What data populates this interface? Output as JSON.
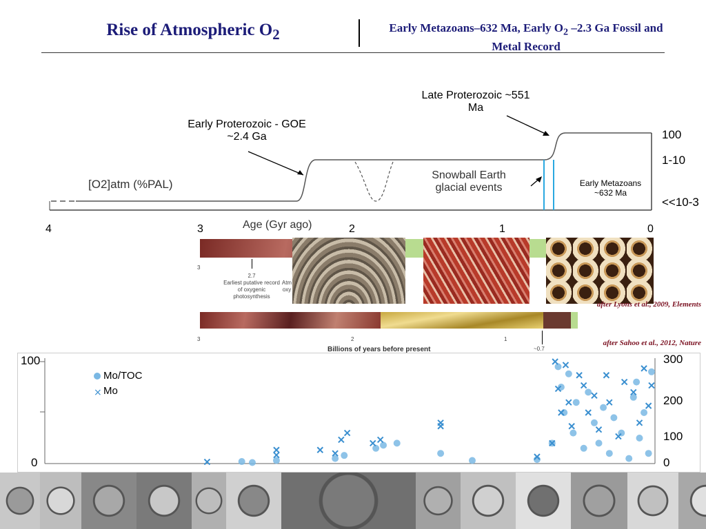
{
  "header": {
    "title": "Rise of Atmospheric O",
    "title_sub": "2",
    "subtitle_line1_a": "Early Metazoans–632 Ma, Early O",
    "subtitle_sub": "2",
    "subtitle_line1_b": " –2.3 Ga Fossil and",
    "subtitle_line2": "Metal Record"
  },
  "figure_top": {
    "annotation_early": "Early Proterozoic - GOE ~2.4 Ga",
    "annotation_late": "Late Proterozoic ~551 Ma",
    "snowball": "Snowball Earth glacial events",
    "metazoans": "Early Metazoans ~632 Ma",
    "ylabel": "[O2]atm (%PAL)",
    "xlabel": "Age (Gyr ago)",
    "x_ticks": [
      "4",
      "3",
      "2",
      "1",
      "0"
    ],
    "y_levels": [
      "100",
      "1-10",
      "<<10-3"
    ]
  },
  "figure_middle": {
    "tick_3": "3",
    "tick_2": "2",
    "tick_1": "1",
    "arrow_label": "~0.7",
    "note_value": "2.7",
    "note_text": "Earliest putative record of oxygenic photosynthesis",
    "note_cut": "Atm oxy",
    "xlabel": "Billions of years before present",
    "credit_lyons": "after Lyons et al., 2009, Elements",
    "credit_sahoo": "after Sahoo et al., 2012, Nature"
  },
  "colors": {
    "title": "#1c1c78",
    "credit": "#7a1020",
    "points": "#3a8fd0",
    "metazoan_lines": "#29a8e0"
  },
  "chart_data": [
    {
      "type": "line",
      "title": "",
      "xlabel": "Age (Gyr ago)",
      "ylabel": "[O2]atm (%PAL)",
      "xlim": [
        4,
        0
      ],
      "levels": [
        "<<10-3",
        "1-10",
        "100"
      ],
      "x": [
        4,
        2.45,
        2.35,
        1.0,
        0.66,
        0.55,
        0
      ],
      "y_level": [
        0,
        0,
        1,
        1,
        1,
        2,
        2
      ],
      "events": [
        {
          "label": "Snowball Earth glacial events",
          "ages": [
            0.72,
            0.64
          ]
        }
      ]
    },
    {
      "type": "scatter",
      "xlim": [
        4,
        0
      ],
      "y_left": [
        0,
        100
      ],
      "y_right": [
        0,
        300
      ],
      "legend": "top-left",
      "left_ticks": [
        "100",
        "0"
      ],
      "right_ticks": [
        "300",
        "200",
        "100",
        "0"
      ],
      "series": [
        {
          "name": "Mo/TOC",
          "marker": "circle",
          "axis": "left",
          "points": [
            [
              2.72,
              2
            ],
            [
              2.65,
              1
            ],
            [
              2.49,
              3
            ],
            [
              2.1,
              5
            ],
            [
              2.04,
              8
            ],
            [
              1.83,
              15
            ],
            [
              1.78,
              18
            ],
            [
              1.69,
              20
            ],
            [
              1.4,
              10
            ],
            [
              1.19,
              3
            ],
            [
              0.76,
              4
            ],
            [
              0.66,
              20
            ],
            [
              0.62,
              95
            ],
            [
              0.6,
              75
            ],
            [
              0.58,
              50
            ],
            [
              0.55,
              88
            ],
            [
              0.52,
              30
            ],
            [
              0.5,
              60
            ],
            [
              0.45,
              15
            ],
            [
              0.42,
              70
            ],
            [
              0.38,
              40
            ],
            [
              0.35,
              20
            ],
            [
              0.32,
              55
            ],
            [
              0.28,
              10
            ],
            [
              0.25,
              45
            ],
            [
              0.2,
              30
            ],
            [
              0.15,
              5
            ],
            [
              0.12,
              65
            ],
            [
              0.1,
              80
            ],
            [
              0.08,
              25
            ],
            [
              0.05,
              50
            ],
            [
              0.02,
              10
            ],
            [
              0.0,
              90
            ]
          ]
        },
        {
          "name": "Mo",
          "marker": "cross",
          "axis": "right",
          "points": [
            [
              2.95,
              5
            ],
            [
              2.49,
              25
            ],
            [
              2.49,
              40
            ],
            [
              2.2,
              40
            ],
            [
              2.1,
              30
            ],
            [
              2.06,
              70
            ],
            [
              2.02,
              90
            ],
            [
              1.85,
              60
            ],
            [
              1.8,
              70
            ],
            [
              1.4,
              120
            ],
            [
              1.4,
              110
            ],
            [
              0.76,
              20
            ],
            [
              0.66,
              60
            ],
            [
              0.64,
              300
            ],
            [
              0.62,
              220
            ],
            [
              0.6,
              150
            ],
            [
              0.57,
              290
            ],
            [
              0.55,
              180
            ],
            [
              0.53,
              110
            ],
            [
              0.48,
              260
            ],
            [
              0.45,
              230
            ],
            [
              0.42,
              150
            ],
            [
              0.38,
              200
            ],
            [
              0.35,
              100
            ],
            [
              0.3,
              260
            ],
            [
              0.28,
              180
            ],
            [
              0.22,
              80
            ],
            [
              0.18,
              240
            ],
            [
              0.12,
              210
            ],
            [
              0.08,
              120
            ],
            [
              0.05,
              280
            ],
            [
              0.02,
              170
            ],
            [
              0.0,
              230
            ]
          ]
        }
      ]
    }
  ]
}
